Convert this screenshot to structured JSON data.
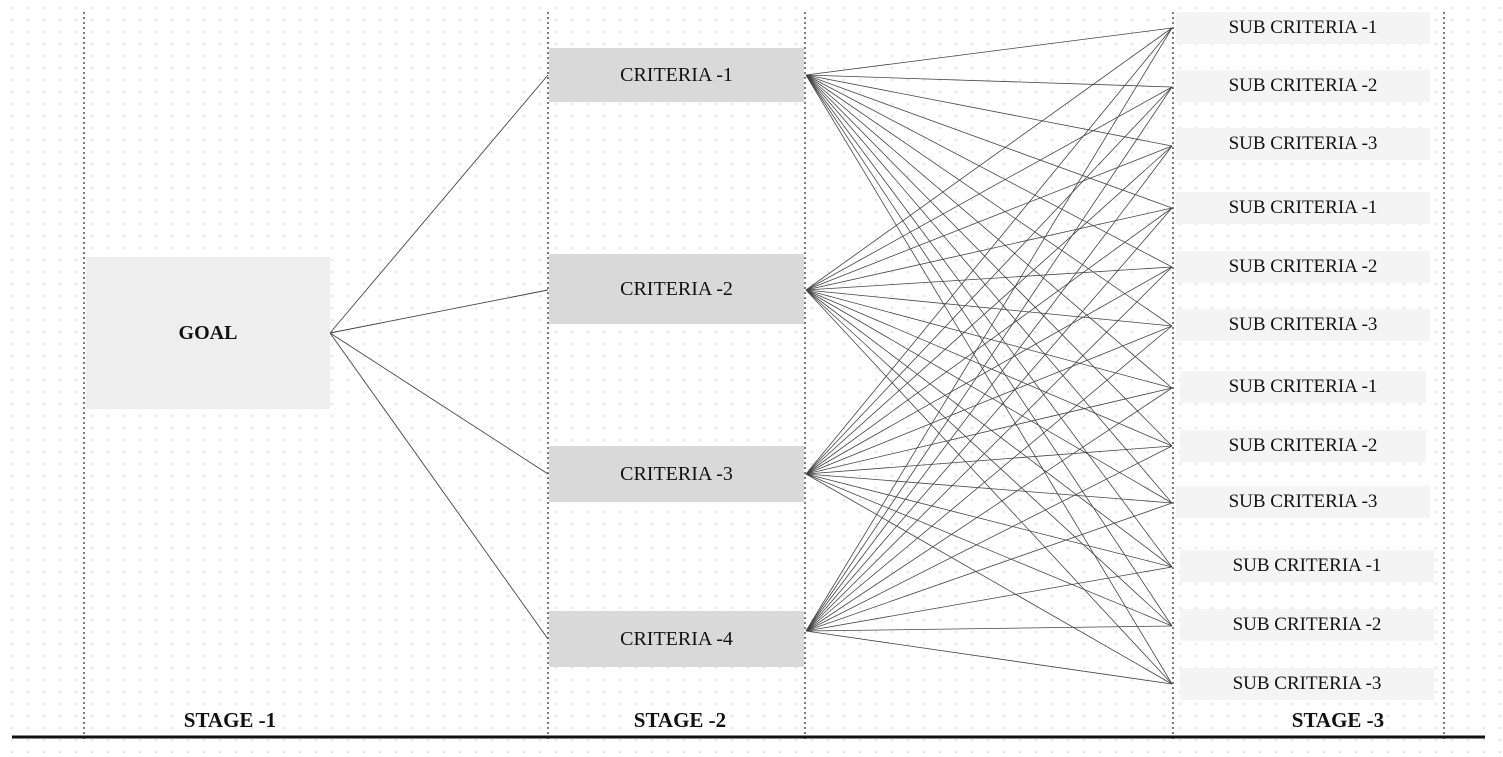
{
  "goal": {
    "label": "GOAL"
  },
  "criteria": [
    {
      "label": "CRITERIA -1"
    },
    {
      "label": "CRITERIA -2"
    },
    {
      "label": "CRITERIA -3"
    },
    {
      "label": "CRITERIA -4"
    }
  ],
  "sub_criteria": [
    {
      "label": "SUB CRITERIA -1"
    },
    {
      "label": "SUB CRITERIA -2"
    },
    {
      "label": "SUB CRITERIA -3"
    },
    {
      "label": "SUB CRITERIA -1"
    },
    {
      "label": "SUB CRITERIA -2"
    },
    {
      "label": "SUB CRITERIA -3"
    },
    {
      "label": "SUB CRITERIA -1"
    },
    {
      "label": "SUB CRITERIA -2"
    },
    {
      "label": "SUB CRITERIA -3"
    },
    {
      "label": "SUB CRITERIA -1"
    },
    {
      "label": "SUB CRITERIA -2"
    },
    {
      "label": "SUB CRITERIA -3"
    }
  ],
  "stages": [
    {
      "label": "STAGE -1"
    },
    {
      "label": "STAGE -2"
    },
    {
      "label": "STAGE -3"
    }
  ],
  "connections": {
    "goal_to_all_criteria": true,
    "each_criteria_to_all_sub_criteria": true
  }
}
